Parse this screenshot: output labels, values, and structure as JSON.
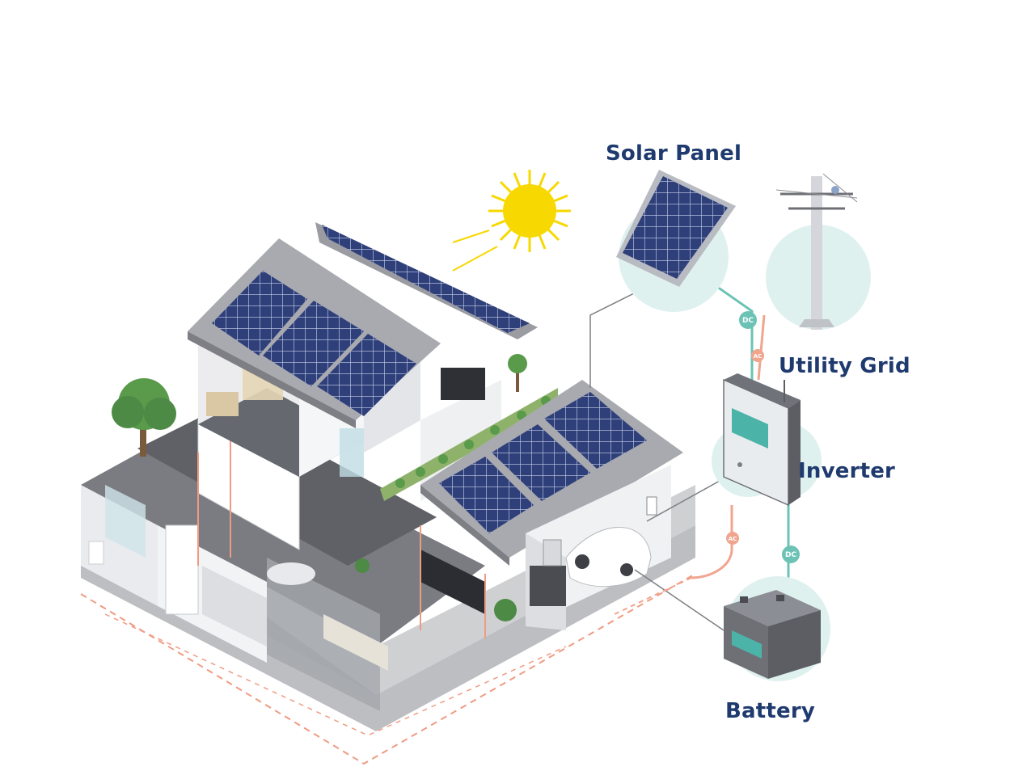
{
  "labels": {
    "solar_panel": "Solar Panel",
    "utility_grid": "Utility Grid",
    "inverter": "Inverter",
    "battery": "Battery"
  },
  "wire_tags": {
    "dc": "DC",
    "ac": "AC"
  },
  "colors": {
    "label_text": "#1f3a6e",
    "dc_line": "#6cc3b5",
    "ac_line": "#f0a58f",
    "circle_bg": "#dff1ef",
    "panel_cell": "#2f3f7a",
    "sun": "#f7d800",
    "tree": "#5a9a4b"
  }
}
